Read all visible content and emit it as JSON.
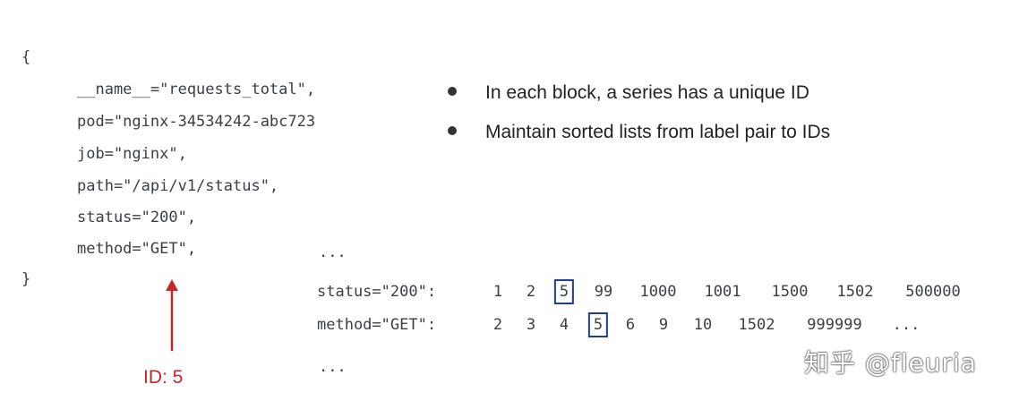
{
  "code_block": {
    "open_brace": "{",
    "close_brace": "}",
    "lines": [
      "__name__=\"requests_total\",",
      "pod=\"nginx-34534242-abc723",
      "job=\"nginx\",",
      "path=\"/api/v1/status\",",
      "status=\"200\",",
      "method=\"GET\","
    ]
  },
  "bullets": [
    "In each block, a series has a unique ID",
    "Maintain sorted lists from label pair to IDs"
  ],
  "postings": {
    "ellipsis_top": "...",
    "ellipsis_bottom": "...",
    "rows": [
      {
        "key": "status=\"200\":",
        "values": [
          "1",
          "2",
          "5",
          "99",
          "1000",
          "1001",
          "1500",
          "1502",
          "500000"
        ],
        "highlight_index": 2
      },
      {
        "key": "method=\"GET\":",
        "values": [
          "2",
          "3",
          "4",
          "5",
          "6",
          "9",
          "10",
          "1502",
          "999999",
          "..."
        ],
        "highlight_index": 3
      }
    ]
  },
  "annotation": {
    "label": "ID: 5",
    "color": "#c62828"
  },
  "highlight_color": "#1f3f8f",
  "watermark": "知乎 @fleuria"
}
